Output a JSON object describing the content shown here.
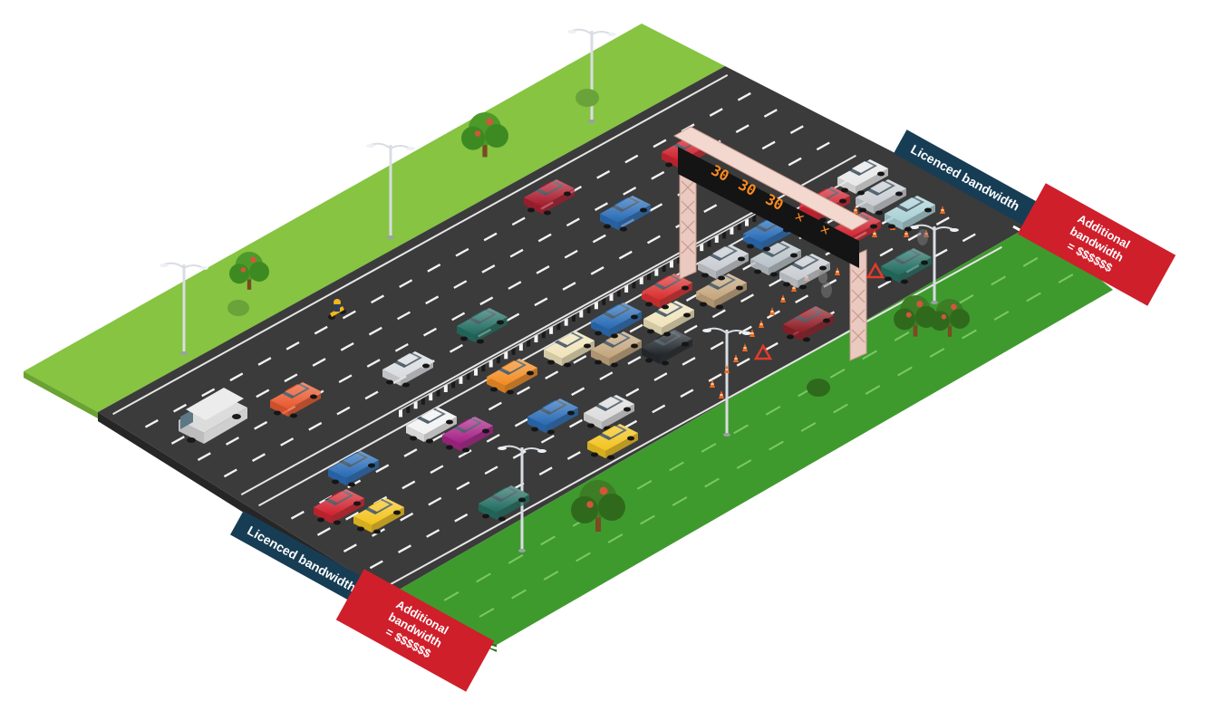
{
  "labels": {
    "licenced_top": "Licenced bandwidth",
    "additional_top_line1": "Additional",
    "additional_top_line2": "bandwidth",
    "additional_top_line3": "= $$$$$$",
    "licenced_bottom": "Licenced bandwidth",
    "additional_bottom_line1": "Additional",
    "additional_bottom_line2": "bandwidth",
    "additional_bottom_line3": "= $$$$$$"
  },
  "gantry_sign": {
    "speeds": [
      "30",
      "30",
      "30"
    ],
    "closed_symbols": [
      "✕",
      "✕"
    ]
  },
  "colors": {
    "licenced_label": "#173d55",
    "additional_label": "#cf1f2b",
    "light_grass": "#86c442",
    "dark_grass": "#3f9a2e",
    "road": "#3b3b3b",
    "led": "#ff8a1e"
  },
  "icons": [
    "van-icon",
    "car-icon",
    "motorcycle-icon",
    "tree-icon",
    "street-lamp-icon",
    "traffic-cone-icon",
    "warning-triangle-icon",
    "overhead-gantry-sign"
  ]
}
